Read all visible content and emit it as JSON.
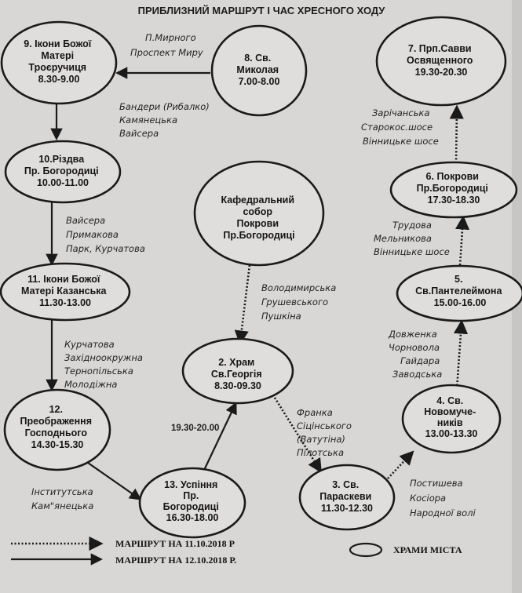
{
  "title": "ПРИБЛИЗНИЙ МАРШРУТ І ЧАС ХРЕСНОГО ХОДУ",
  "nodes": {
    "n1": [
      "Кафедральний",
      "собор",
      "Покрови",
      "Пр.Богородиці"
    ],
    "n2": [
      "2. Храм",
      "Св.Георгія",
      "8.30-09.30"
    ],
    "n3": [
      "3. Св.",
      "Параскеви",
      "11.30-12.30"
    ],
    "n4": [
      "4. Св.",
      "Новомуче-",
      "ників",
      "13.00-13.30"
    ],
    "n5": [
      "5.",
      "Св.Пантелеймона",
      "15.00-16.00"
    ],
    "n6": [
      "6. Покрови",
      "Пр.Богородиці",
      "17.30-18.30"
    ],
    "n7": [
      "7. Прп.Савви",
      "Освященного",
      "19.30-20.30"
    ],
    "n8": [
      "8. Св.",
      "Миколая",
      "7.00-8.00"
    ],
    "n9": [
      "9. Ікони Божої",
      "Матері",
      "Троєручиця",
      "8.30-9.00"
    ],
    "n10": [
      "10.Різдва",
      "Пр. Богородиці",
      "10.00-11.00"
    ],
    "n11": [
      "11. Ікони Божої",
      "Матері Казанська",
      "11.30-13.00"
    ],
    "n12": [
      "12.",
      "Преображення",
      "Господнього",
      "14.30-15.30"
    ],
    "n13": [
      "13. Успіння",
      "Пр.",
      "Богородиці",
      "16.30-18.00"
    ]
  },
  "streets": {
    "s8_9": [
      "П.Мирного",
      "Проспект Миру"
    ],
    "s9_10": [
      "Бандери (Рибалко)",
      "Камянецька",
      "Вайсера"
    ],
    "s10_11": [
      "Вайсера",
      "Примакова",
      "Парк, Курчатова"
    ],
    "s11_12": [
      "Курчатова",
      "Західноокружна",
      "Тернопільська",
      "Молодіжна"
    ],
    "s12_13": [
      "Інститутська",
      "Кам\"янецька"
    ],
    "s13_2": [
      "19.30-20.00"
    ],
    "s1_2": [
      "Володимирська",
      "Грушевського",
      "Пушкіна"
    ],
    "s2_3": [
      "Франка",
      "Сіцінського",
      "(Ватутіна)",
      "Пілотська"
    ],
    "s3_4": [
      "Постишева",
      "Косіора",
      "Народної волі"
    ],
    "s4_5": [
      "Довженка",
      "Чорновола",
      "Гайдара",
      "Заводська"
    ],
    "s5_6": [
      "Трудова",
      "Мельникова",
      "Вінницьке шосе"
    ],
    "s6_7": [
      "Зарічанська",
      "Старокос.шосе",
      "Вінницьке шосе"
    ]
  },
  "legend": {
    "dotted_label": "МАРШРУТ НА 11.10.2018 Р",
    "solid_label": "МАРШРУТ НА 12.10.2018 Р.",
    "circle_label": "ХРАМИ МІСТА"
  }
}
